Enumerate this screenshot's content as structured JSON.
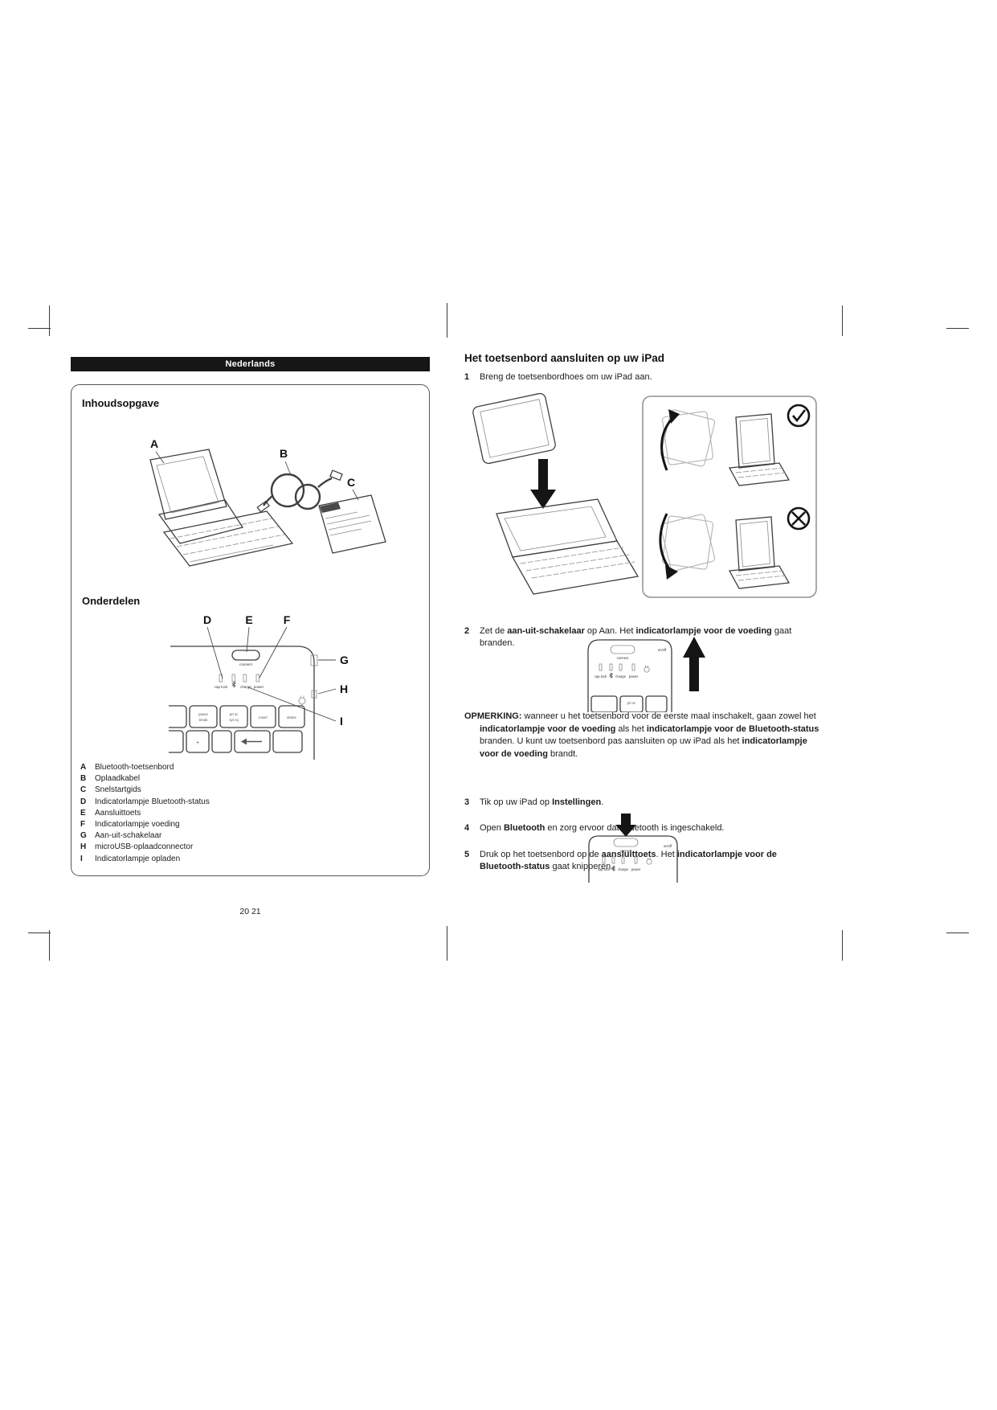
{
  "colors": {
    "header_bar": "#161616",
    "text": "#1c1c1c",
    "line_art": "#3f3f3f"
  },
  "icons": {
    "bluetooth": "bluetooth-icon",
    "power_plug": "plug-icon",
    "check": "check-circle-icon",
    "cross": "cross-circle-icon",
    "arrow_up": "arrow-up-icon",
    "arrow_down": "arrow-down-icon"
  },
  "left": {
    "header": "Nederlands",
    "contents_title": "Inhoudsopgave",
    "parts_title": "Onderdelen",
    "page_number": "20 21",
    "callouts": {
      "a": "A",
      "b": "B",
      "c": "C",
      "d": "D",
      "e": "E",
      "f": "F",
      "g": "G",
      "h": "H",
      "i": "I"
    },
    "legend": [
      {
        "key": "A",
        "label": "Bluetooth-toetsenbord"
      },
      {
        "key": "B",
        "label": "Oplaadkabel"
      },
      {
        "key": "C",
        "label": "Snelstartgids"
      },
      {
        "key": "D",
        "label": "Indicatorlampje Bluetooth-status"
      },
      {
        "key": "E",
        "label": "Aansluittoets"
      },
      {
        "key": "F",
        "label": "Indicatorlampje voeding"
      },
      {
        "key": "G",
        "label": "Aan-uit-schakelaar"
      },
      {
        "key": "H",
        "label": "microUSB-oplaadconnector"
      },
      {
        "key": "I",
        "label": "Indicatorlampje opladen"
      }
    ]
  },
  "right": {
    "title": "Het toetsenbord aansluiten op uw iPad",
    "steps": [
      {
        "num": "1",
        "segments": [
          {
            "t": "Breng de toetsenbordhoes om uw iPad aan."
          }
        ]
      },
      {
        "num": "2",
        "segments": [
          {
            "t": "Zet de "
          },
          {
            "t": "aan-uit-schakelaar",
            "b": true
          },
          {
            "t": " op Aan. Het "
          },
          {
            "t": "indicatorlampje voor de voeding",
            "b": true
          },
          {
            "t": " gaat branden."
          }
        ]
      },
      {
        "num": "3",
        "segments": [
          {
            "t": "Tik op uw iPad op "
          },
          {
            "t": "Instellingen",
            "b": true
          },
          {
            "t": "."
          }
        ]
      },
      {
        "num": "4",
        "segments": [
          {
            "t": "Open "
          },
          {
            "t": "Bluetooth",
            "b": true
          },
          {
            "t": " en zorg ervoor dat Bluetooth is ingeschakeld."
          }
        ]
      },
      {
        "num": "5",
        "segments": [
          {
            "t": "Druk op het toetsenbord op de "
          },
          {
            "t": "aansluittoets",
            "b": true
          },
          {
            "t": ". Het "
          },
          {
            "t": "indicatorlampje voor de Bluetooth-status",
            "b": true
          },
          {
            "t": " gaat knipperen."
          }
        ]
      }
    ],
    "note": {
      "segments": [
        {
          "t": "OPMERKING:",
          "b": true
        },
        {
          "t": " wanneer u het toetsenbord voor de eerste maal inschakelt, gaan zowel het "
        },
        {
          "t": "indicatorlampje voor de voeding",
          "b": true
        },
        {
          "t": " als het "
        },
        {
          "t": "indicatorlampje voor de Bluetooth-status",
          "b": true
        },
        {
          "t": " branden. U kunt uw toetsenbord pas aansluiten op uw iPad als het "
        },
        {
          "t": "indicatorlampje voor de voeding",
          "b": true
        },
        {
          "t": " brandt."
        }
      ]
    }
  },
  "illustration": {
    "connect": "connect",
    "caplock": "cap lock",
    "charge": "charge",
    "power": "power",
    "onoff": "on/off",
    "keys": {
      "pause1": "pause",
      "pause2": "break",
      "prtsc1": "prt sc",
      "prtsc2": "sys rq",
      "insert": "insert",
      "delete": "delete",
      "prtsc": "prt sc",
      "plus": "+"
    }
  }
}
